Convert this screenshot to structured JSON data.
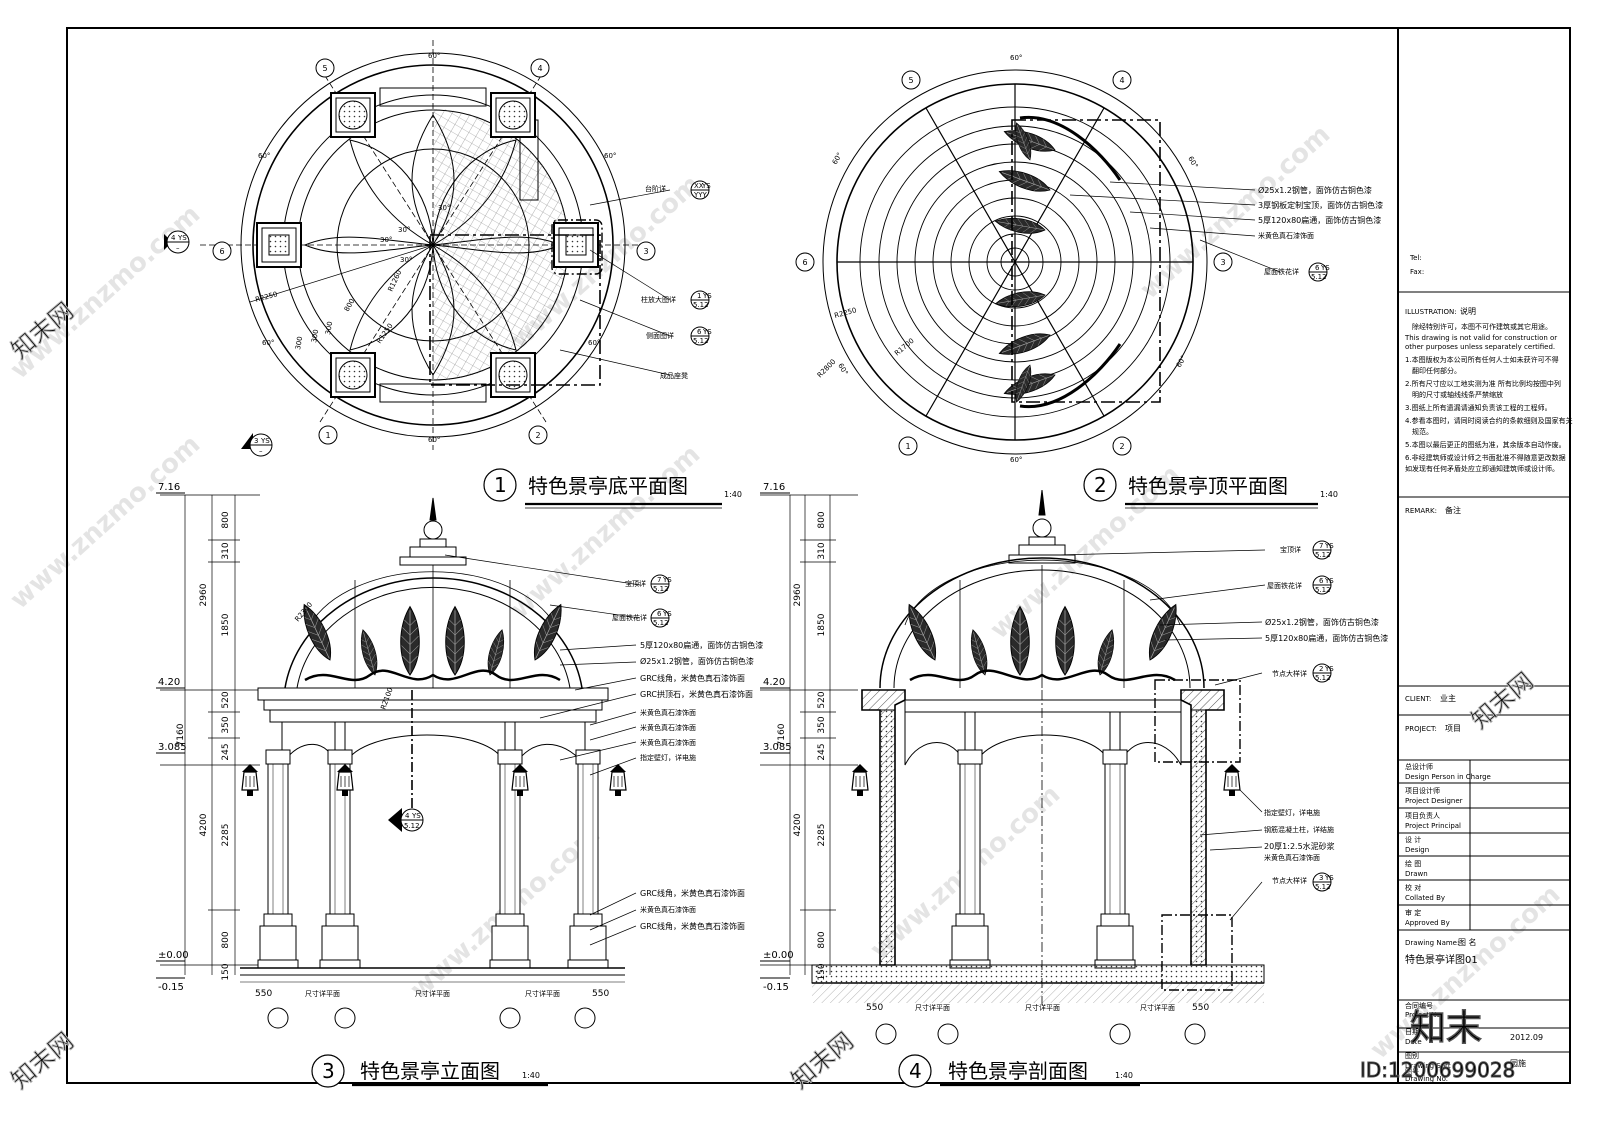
{
  "views": {
    "v1": {
      "num": "1",
      "title": "特色景亭底平面图",
      "scale": "1:40"
    },
    "v2": {
      "num": "2",
      "title": "特色景亭顶平面图",
      "scale": "1:40"
    },
    "v3": {
      "num": "3",
      "title": "特色景亭立面图",
      "scale": "1:40"
    },
    "v4": {
      "num": "4",
      "title": "特色景亭剖面图",
      "scale": "1:40"
    }
  },
  "plan1": {
    "angles": [
      "60°",
      "60°",
      "60°",
      "60°",
      "60°",
      "60°",
      "30°",
      "30°",
      "30°",
      "30°"
    ],
    "axes": [
      "1",
      "2",
      "3",
      "4",
      "5",
      "6"
    ],
    "radii": [
      "R2250",
      "R1260",
      "R1250"
    ],
    "dims": [
      "300",
      "300",
      "300",
      "800"
    ],
    "notes": [
      {
        "text": "台阶详",
        "ref": "XX",
        "sheet": "YYY",
        "tag": "YS"
      },
      {
        "text": "柱放大图详",
        "ref": "1",
        "sheet": "5.12",
        "tag": "YS"
      },
      {
        "text": "侧面图详",
        "ref": "6",
        "sheet": "5.12",
        "tag": "YS"
      },
      {
        "text": "成品座凳"
      }
    ],
    "sections": [
      {
        "ref": "4",
        "tag": "YS"
      },
      {
        "ref": "3",
        "tag": "YS"
      }
    ]
  },
  "plan2": {
    "angles": [
      "60°",
      "60°",
      "60°",
      "60°",
      "60°",
      "60°"
    ],
    "radii": [
      "R2250",
      "R1700",
      "R2800"
    ],
    "notes": [
      {
        "text": "Ø25x1.2钢管，面饰仿古铜色漆"
      },
      {
        "text": "3厚钢板定制宝顶，面饰仿古铜色漆"
      },
      {
        "text": "5厚120x80扁通，面饰仿古铜色漆"
      },
      {
        "text": "米黄色真石漆饰面"
      },
      {
        "text": "屋面铁花详",
        "ref": "6",
        "sheet": "5.12",
        "tag": "YS"
      }
    ]
  },
  "elev": {
    "levels": [
      "7.16",
      "4.20",
      "3.085",
      "±0.00",
      "-0.15"
    ],
    "vdims": [
      "800",
      "310",
      "1850",
      "2960",
      "520",
      "350",
      "245",
      "7160",
      "4200",
      "2285",
      "800",
      "150"
    ],
    "hdims": [
      "550",
      "550"
    ],
    "hlabel": "尺寸详平面",
    "radii": [
      "R2300",
      "R2100"
    ],
    "notes": [
      {
        "text": "宝顶详",
        "ref": "7",
        "sheet": "5.12",
        "tag": "YS"
      },
      {
        "text": "屋面铁花详",
        "ref": "6",
        "sheet": "5.12",
        "tag": "YS"
      },
      {
        "text": "5厚120x80扁通，面饰仿古铜色漆"
      },
      {
        "text": "Ø25x1.2钢管，面饰仿古铜色漆"
      },
      {
        "text": "GRC线角，米黄色真石漆饰面"
      },
      {
        "text": "GRC拱顶石，米黄色真石漆饰面"
      },
      {
        "text": "米黄色真石漆饰面"
      },
      {
        "text": "米黄色真石漆饰面"
      },
      {
        "text": "米黄色真石漆饰面"
      },
      {
        "text": "指定壁灯，详电施"
      }
    ],
    "notes_low": [
      {
        "text": "GRC线角，米黄色真石漆饰面"
      },
      {
        "text": "米黄色真石漆饰面"
      },
      {
        "text": "GRC线角，米黄色真石漆饰面"
      }
    ],
    "section_tag": {
      "ref": "4",
      "tag": "YS",
      "sheet": "5.12"
    }
  },
  "sect": {
    "notes": [
      {
        "text": "宝顶详",
        "ref": "7",
        "sheet": "5.12",
        "tag": "YS"
      },
      {
        "text": "屋面铁花详",
        "ref": "6",
        "sheet": "5.12",
        "tag": "YS"
      },
      {
        "text": "Ø25x1.2钢管，面饰仿古铜色漆"
      },
      {
        "text": "5厚120x80扁通，面饰仿古铜色漆"
      },
      {
        "text": "节点大样详",
        "ref": "2",
        "sheet": "5.12",
        "tag": "YS"
      },
      {
        "text": "指定壁灯，详电施"
      },
      {
        "text": "钢筋混凝土柱，详结施"
      },
      {
        "text": "20厚1:2.5水泥砂浆"
      },
      {
        "text": "米黄色真石漆饰面"
      },
      {
        "text": "节点大样详",
        "ref": "3",
        "sheet": "5.12",
        "tag": "YS"
      }
    ]
  },
  "titleblock": {
    "tel": "Tel:",
    "fax": "Fax:",
    "illustration_label": "ILLUSTRATION:",
    "illustration_cn": "说明",
    "intro": "除经特别许可，本图不可作建筑或其它用途。",
    "intro_en1": "This drawing is not valid for construction or",
    "intro_en2": "other purposes unless separately certified.",
    "items": [
      "1.本图版权为本公司所有任何人士如未获许可不得",
      "翻印任何部分。",
      "2.所有尺寸应以工地实测为准 所有比例均按图中列",
      "明的尺寸或轴线线条严禁缩放",
      "3.图纸上所有遗漏请通知负责该工程的工程师。",
      "4.参看本图时，请同时阅读合约的条款细则及国家有关",
      "规范。",
      "5.本图以最后更正的图纸为准，其余版本自动作废。",
      "6.非经建筑师或设计师之书面批准不得随意更改数据",
      "如发现有任何矛盾处应立即通知建筑师或设计师。"
    ],
    "remark_label": "REMARK:",
    "remark_cn": "备注",
    "client_label": "CLIENT:",
    "client_cn": "业主",
    "project_label": "PROJECT:",
    "project_cn": "项目",
    "roles": [
      {
        "cn": "总设计师",
        "en": "Design Person in Charge"
      },
      {
        "cn": "项目设计师",
        "en": "Project Designer"
      },
      {
        "cn": "项目负责人",
        "en": "Project Principal"
      },
      {
        "cn": "设 计",
        "en": "Design"
      },
      {
        "cn": "绘 图",
        "en": "Drawn"
      },
      {
        "cn": "校 对",
        "en": "Collated By"
      },
      {
        "cn": "审 定",
        "en": "Approved By"
      }
    ],
    "drawing_name_label": "Drawing Name:",
    "drawing_name_cn": "图 名",
    "drawing_name": "特色景亭详图01",
    "contract_cn": "合同编号",
    "contract_en": "Project No.",
    "date_cn": "日期",
    "date_en": "Date",
    "date": "2012.09",
    "sort_cn": "图别",
    "sort_en": "Drawing Sort",
    "sort": "园施",
    "no_cn": "图号",
    "no_en": "Drawing No."
  },
  "watermark": {
    "site": "www.znzmo.com",
    "brand": "知末",
    "brand_net": "知末网",
    "id": "ID:1200699028"
  }
}
